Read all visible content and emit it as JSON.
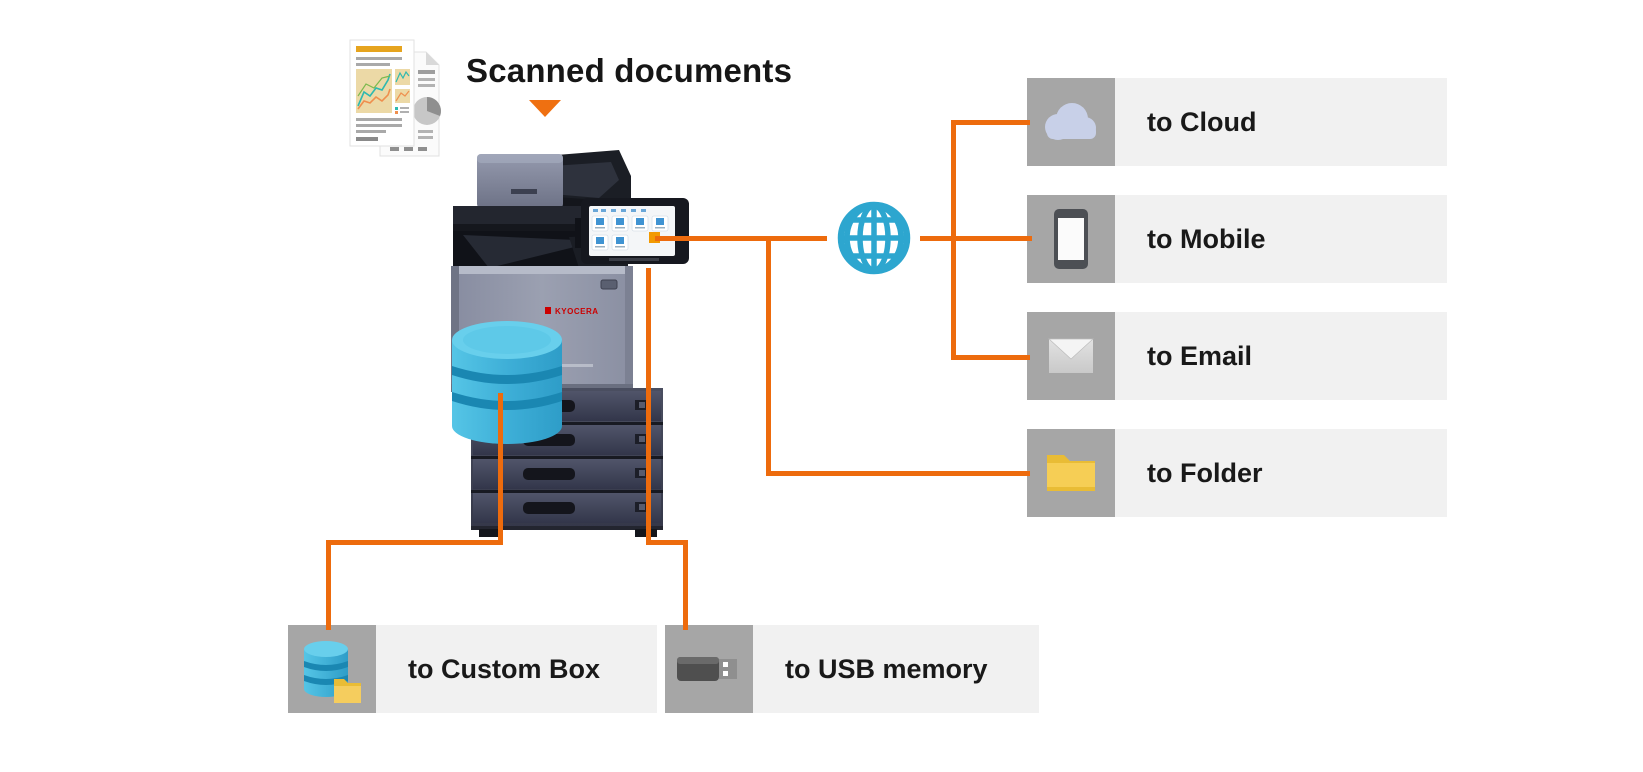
{
  "title": "Scanned documents",
  "printer": {
    "brand": "KYOCERA",
    "description": "multifunction-printer"
  },
  "source": {
    "icon": "scanned-documents-icon"
  },
  "hub": {
    "icon": "internet-globe-icon"
  },
  "storage": {
    "icon": "database-cylinder-icon"
  },
  "network_destinations": [
    {
      "label": "to Cloud",
      "icon": "cloud-icon"
    },
    {
      "label": "to Mobile",
      "icon": "smartphone-icon"
    },
    {
      "label": "to Email",
      "icon": "envelope-icon"
    },
    {
      "label": "to Folder",
      "icon": "folder-icon"
    }
  ],
  "local_destinations": [
    {
      "label": "to Custom Box",
      "icon": "custom-box-icon"
    },
    {
      "label": "to USB memory",
      "icon": "usb-drive-icon"
    }
  ],
  "colors": {
    "accent_orange": "#ed6b0d",
    "triangle_orange": "#ef7011",
    "row_bar_gray": "#f1f1f1",
    "icon_box_gray": "#a6a6a6",
    "globe_teal": "#2da6cf",
    "database_blue": "#3fb2da",
    "folder_yellow": "#f2c94c",
    "cloud_lavender": "#c8d0e8",
    "brand_red": "#cc0000",
    "text_dark": "#191919"
  }
}
